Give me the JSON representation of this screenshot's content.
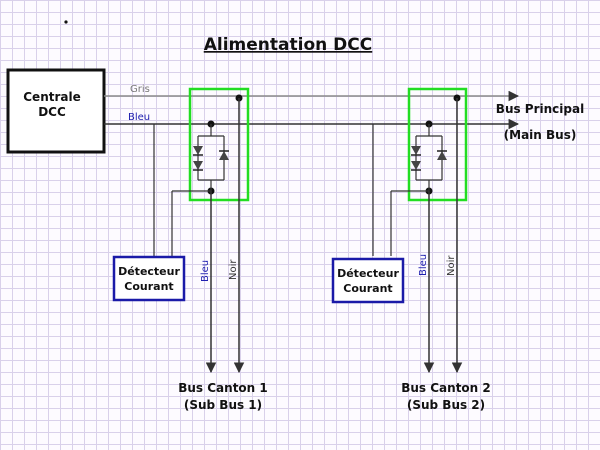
{
  "title": "Alimentation DCC",
  "central": {
    "line1": "Centrale",
    "line2": "DCC"
  },
  "wires": {
    "grey": "Gris",
    "blue": "Bleu"
  },
  "main_bus": {
    "line1": "Bus Principal",
    "line2": "(Main Bus)"
  },
  "detector": {
    "line1": "Détecteur",
    "line2": "Courant"
  },
  "drops": {
    "blue": "Bleu",
    "black": "Noir"
  },
  "canton1": {
    "line1": "Bus Canton 1",
    "line2": "(Sub Bus 1)"
  },
  "canton2": {
    "line1": "Bus Canton 2",
    "line2": "(Sub Bus 2)"
  },
  "colors": {
    "grey_wire": "#8a8a8a",
    "blue_wire": "#2020b0",
    "green_box": "#22dd22",
    "detector_box": "#1a1aa8"
  }
}
